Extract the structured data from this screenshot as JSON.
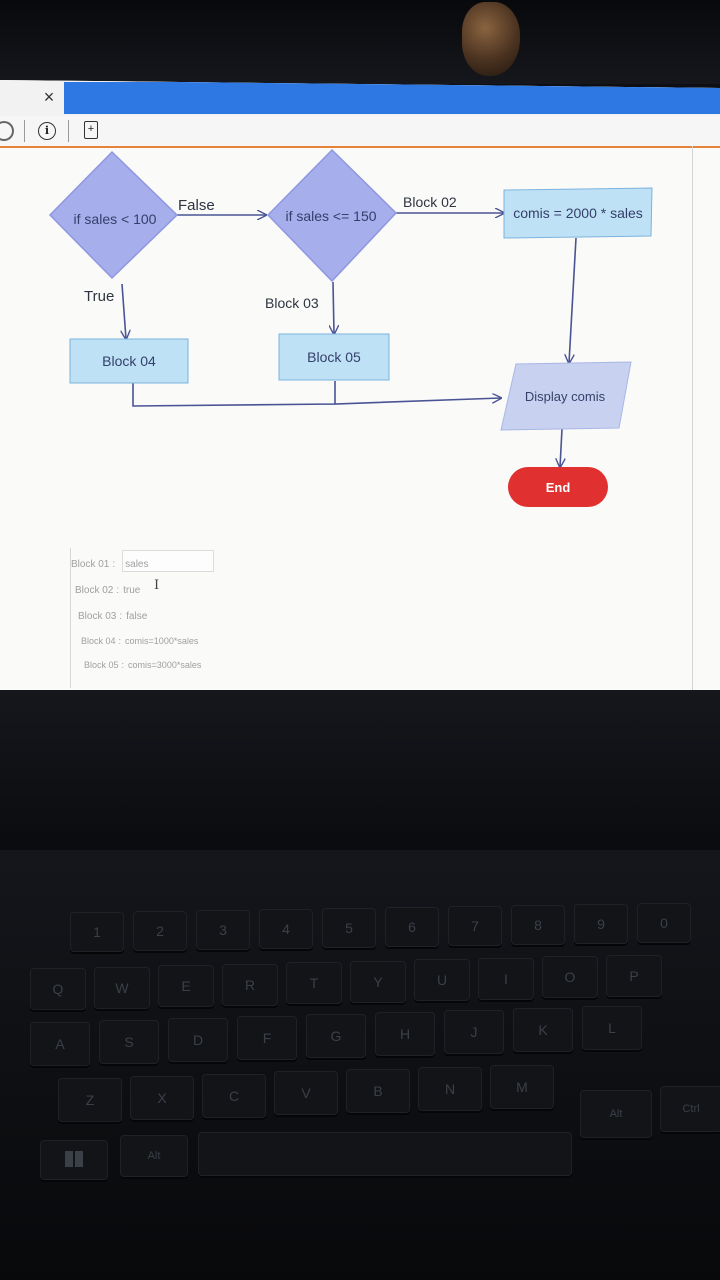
{
  "browser": {
    "close_glyph": "×",
    "info_glyph": "i",
    "page_glyph": "+",
    "accent_color": "#2d78e3",
    "border_color": "#e6823a"
  },
  "flowchart": {
    "nodes": {
      "decision1": "if sales < 100",
      "decision2": "if sales <= 150",
      "process_top": "comis = 2000 * sales",
      "block04": "Block 04",
      "block05": "Block 05",
      "display": "Display comis",
      "end": "End"
    },
    "edges": {
      "false_label": "False",
      "block02_label": "Block 02",
      "true_label": "True",
      "block03_label": "Block 03"
    },
    "colors": {
      "decision": "#a6aeec",
      "process": "#bfe1f6",
      "io": "#c8d2f0",
      "end": "#e03030",
      "connector": "#4a5495"
    }
  },
  "values_panel": {
    "rows": [
      {
        "label": "Block 01",
        "sep": ":",
        "value": "sales"
      },
      {
        "label": "Block 02",
        "sep": ":",
        "value": "true"
      },
      {
        "label": "Block 03",
        "sep": ":",
        "value": "false"
      },
      {
        "label": "Block 04",
        "sep": ":",
        "value": "comis=1000*sales"
      },
      {
        "label": "Block 05",
        "sep": ":",
        "value": "comis=3000*sales"
      }
    ],
    "cursor": "I"
  },
  "keyboard": {
    "row_numbers": [
      "1",
      "2",
      "3",
      "4",
      "5",
      "6",
      "7",
      "8",
      "9",
      "0"
    ],
    "row_top": [
      "Q",
      "W",
      "E",
      "R",
      "T",
      "Y",
      "U",
      "I",
      "O",
      "P"
    ],
    "row_home": [
      "A",
      "S",
      "D",
      "F",
      "G",
      "H",
      "J",
      "K",
      "L"
    ],
    "row_bottom": [
      "Z",
      "X",
      "C",
      "V",
      "B",
      "N",
      "M"
    ],
    "mods": {
      "alt_left": "Alt",
      "alt_right": "Alt",
      "ctrl": "Ctrl"
    }
  }
}
